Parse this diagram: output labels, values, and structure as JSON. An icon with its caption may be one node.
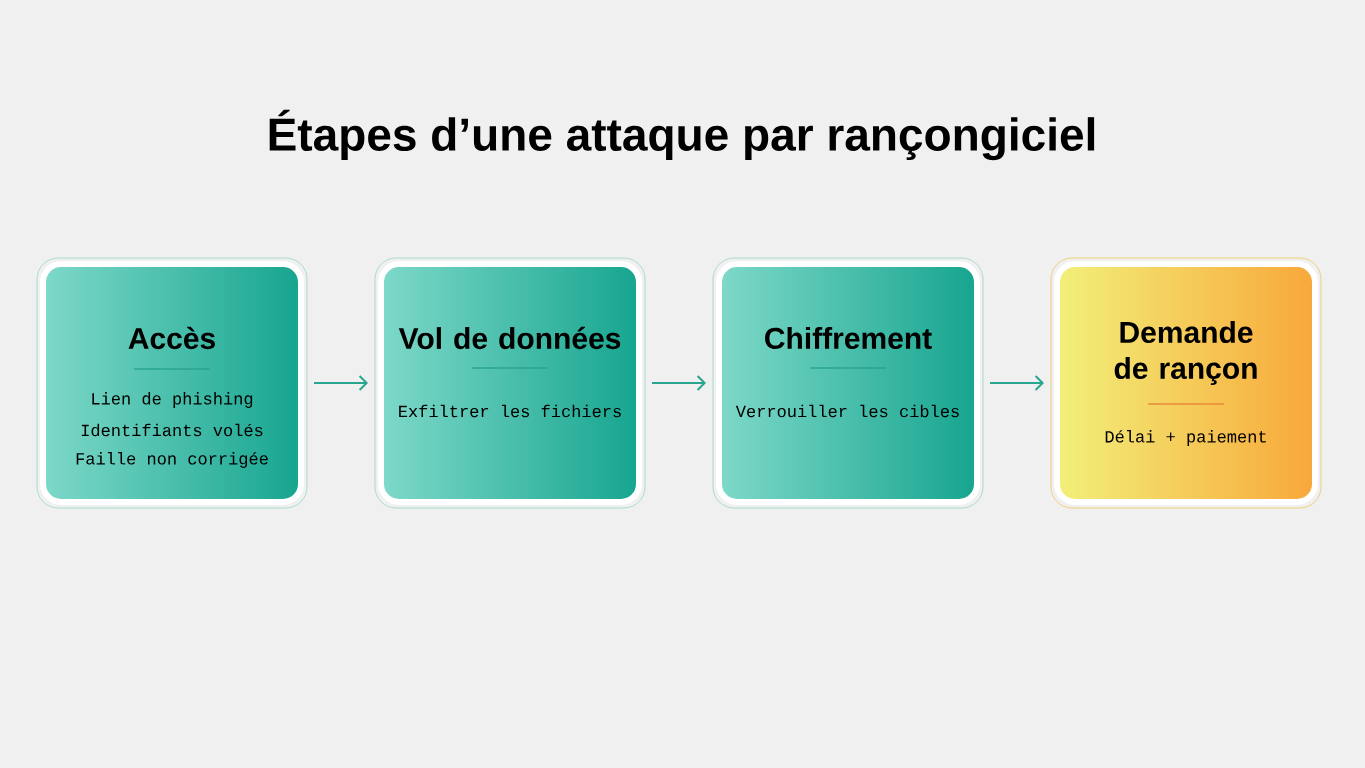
{
  "diagram": {
    "title": "Étapes d’une attaque par rançongiciel",
    "nodes": [
      {
        "text": [
          "Accès",
          "Lien de phishing",
          "Identifiants volés",
          "Faille non corrigée"
        ]
      },
      {
        "text": [
          "Vol de données",
          "Exfiltrer les fichiers"
        ]
      },
      {
        "text": [
          "Chiffrement",
          "Verrouiller les cibles"
        ]
      },
      {
        "text": [
          "Demande de rançon",
          "Délai + paiement"
        ]
      }
    ],
    "edges": [
      {
        "from": 0,
        "to": 1,
        "arrow": "to"
      },
      {
        "from": 1,
        "to": 2,
        "arrow": "to"
      },
      {
        "from": 2,
        "to": 3,
        "arrow": "to"
      }
    ]
  }
}
